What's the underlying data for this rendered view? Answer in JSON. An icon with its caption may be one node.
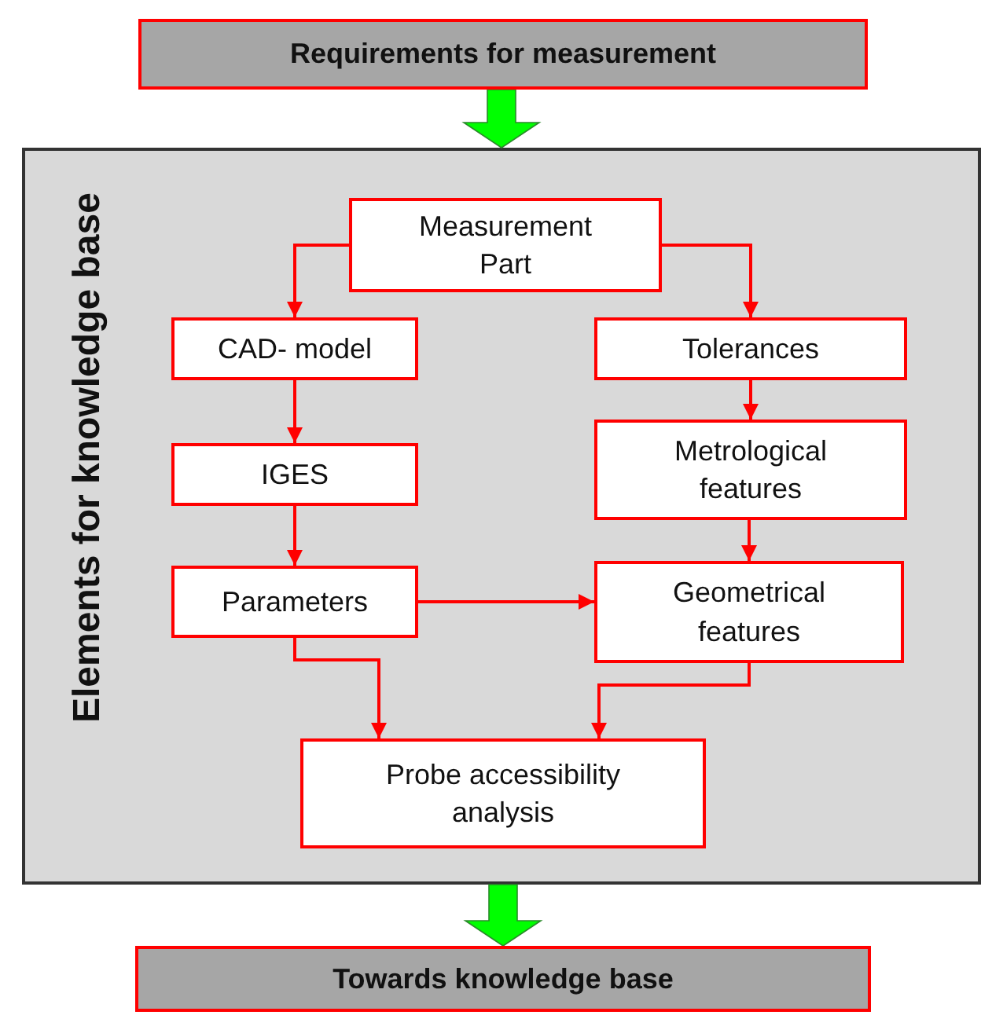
{
  "diagram": {
    "nodes": [
      {
        "text": [
          "Requirements for measurement"
        ]
      },
      {
        "text": [
          "Elements for knowledge base"
        ]
      },
      {
        "text": [
          "Measurement Part"
        ],
        "in": 1
      },
      {
        "text": [
          "CAD- model"
        ],
        "in": 1
      },
      {
        "text": [
          "Tolerances"
        ],
        "in": 1
      },
      {
        "text": [
          "IGES"
        ],
        "in": 1
      },
      {
        "text": [
          "Metrological features"
        ],
        "in": 1
      },
      {
        "text": [
          "Parameters"
        ],
        "in": 1
      },
      {
        "text": [
          "Geometrical features"
        ],
        "in": 1
      },
      {
        "text": [
          "Probe accessibility analysis"
        ],
        "in": 1
      },
      {
        "text": [
          "Towards knowledge base"
        ]
      }
    ],
    "edges": [
      {
        "from": 0,
        "to": 1,
        "arrow": "to",
        "style": "thick",
        "color": "#00ff00"
      },
      {
        "from": 2,
        "to": 3,
        "arrow": "to"
      },
      {
        "from": 2,
        "to": 4,
        "arrow": "to"
      },
      {
        "from": 3,
        "to": 5,
        "arrow": "to"
      },
      {
        "from": 4,
        "to": 6,
        "arrow": "to"
      },
      {
        "from": 5,
        "to": 7,
        "arrow": "to"
      },
      {
        "from": 6,
        "to": 8,
        "arrow": "to"
      },
      {
        "from": 7,
        "to": 8,
        "arrow": "to"
      },
      {
        "from": 7,
        "to": 9,
        "arrow": "to"
      },
      {
        "from": 8,
        "to": 9,
        "arrow": "to"
      },
      {
        "from": 1,
        "to": 10,
        "arrow": "to",
        "style": "thick",
        "color": "#00ff00"
      }
    ]
  }
}
